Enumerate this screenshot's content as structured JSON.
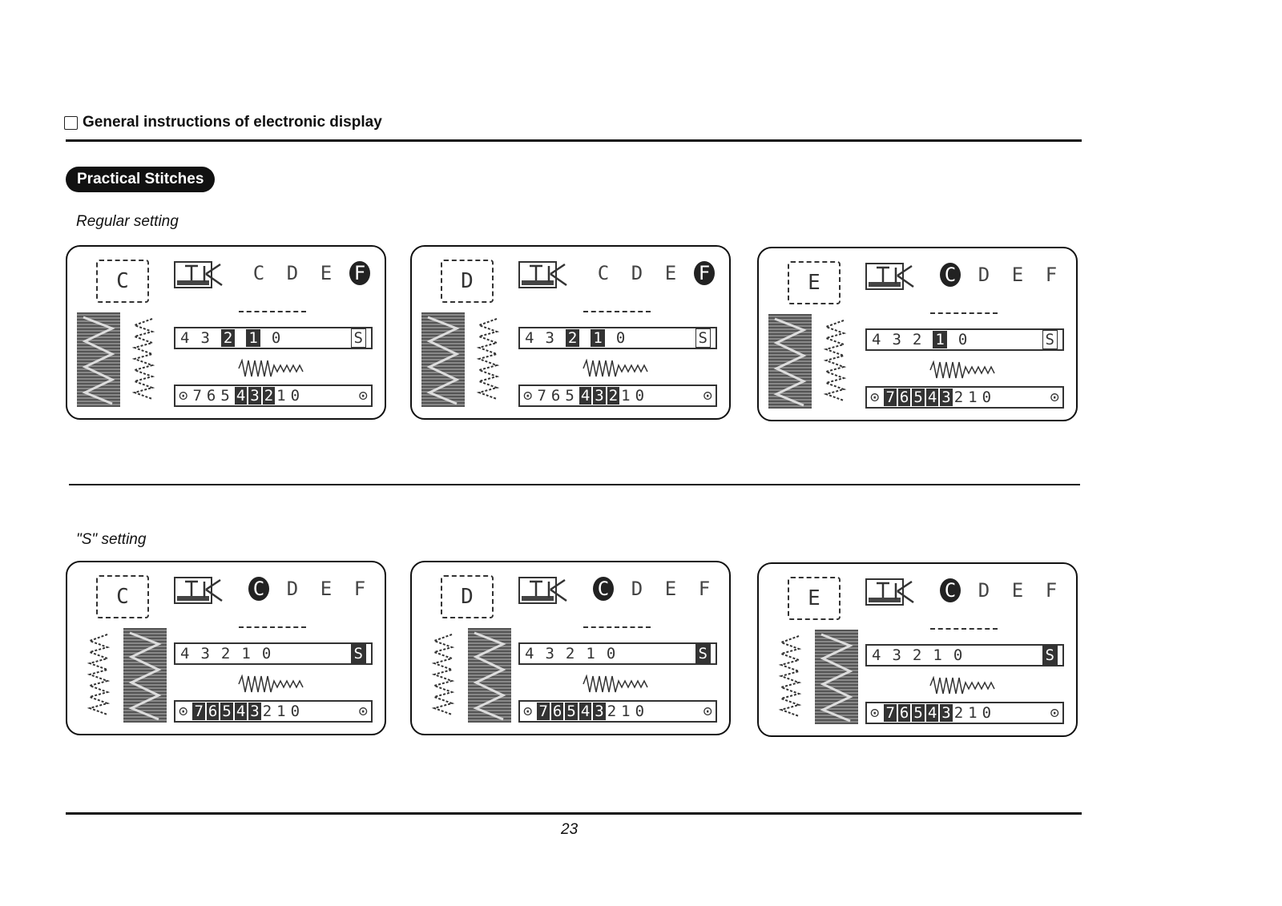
{
  "header": {
    "title": "General instructions of electronic display"
  },
  "badge": {
    "label": "Practical Stitches"
  },
  "sections": {
    "regular": {
      "label": "Regular setting"
    },
    "s_setting": {
      "label": "\"S\" setting"
    }
  },
  "page": {
    "number": "23"
  },
  "panels": [
    {
      "letter": "C",
      "modes": [
        "C",
        "D",
        "E",
        "F"
      ],
      "active_mode": "F",
      "width": [
        "4",
        "3",
        "2",
        "1",
        "0",
        "S"
      ],
      "width_active": [
        "2",
        "1"
      ],
      "s_active": false,
      "length": [
        "7",
        "6",
        "5",
        "4",
        "3",
        "2",
        "1",
        "0"
      ],
      "length_active": [
        "4",
        "3",
        "2"
      ]
    },
    {
      "letter": "D",
      "modes": [
        "C",
        "D",
        "E",
        "F"
      ],
      "active_mode": "F",
      "width": [
        "4",
        "3",
        "2",
        "1",
        "0",
        "S"
      ],
      "width_active": [
        "2",
        "1"
      ],
      "s_active": false,
      "length": [
        "7",
        "6",
        "5",
        "4",
        "3",
        "2",
        "1",
        "0"
      ],
      "length_active": [
        "4",
        "3",
        "2"
      ]
    },
    {
      "letter": "E",
      "modes": [
        "C",
        "D",
        "E",
        "F"
      ],
      "active_mode": "C",
      "width": [
        "4",
        "3",
        "2",
        "1",
        "0",
        "S"
      ],
      "width_active": [
        "1"
      ],
      "s_active": false,
      "length": [
        "7",
        "6",
        "5",
        "4",
        "3",
        "2",
        "1",
        "0"
      ],
      "length_active": [
        "7",
        "6",
        "5",
        "4",
        "3"
      ]
    },
    {
      "letter": "C",
      "modes": [
        "C",
        "D",
        "E",
        "F"
      ],
      "active_mode": "C",
      "width": [
        "4",
        "3",
        "2",
        "1",
        "0",
        "S"
      ],
      "width_active": [],
      "s_active": true,
      "length": [
        "7",
        "6",
        "5",
        "4",
        "3",
        "2",
        "1",
        "0"
      ],
      "length_active": [
        "7",
        "6",
        "5",
        "4",
        "3"
      ]
    },
    {
      "letter": "D",
      "modes": [
        "C",
        "D",
        "E",
        "F"
      ],
      "active_mode": "C",
      "width": [
        "4",
        "3",
        "2",
        "1",
        "0",
        "S"
      ],
      "width_active": [],
      "s_active": true,
      "length": [
        "7",
        "6",
        "5",
        "4",
        "3",
        "2",
        "1",
        "0"
      ],
      "length_active": [
        "7",
        "6",
        "5",
        "4",
        "3"
      ]
    },
    {
      "letter": "E",
      "modes": [
        "C",
        "D",
        "E",
        "F"
      ],
      "active_mode": "C",
      "width": [
        "4",
        "3",
        "2",
        "1",
        "0",
        "S"
      ],
      "width_active": [],
      "s_active": true,
      "length": [
        "7",
        "6",
        "5",
        "4",
        "3",
        "2",
        "1",
        "0"
      ],
      "length_active": [
        "7",
        "6",
        "5",
        "4",
        "3"
      ]
    }
  ]
}
